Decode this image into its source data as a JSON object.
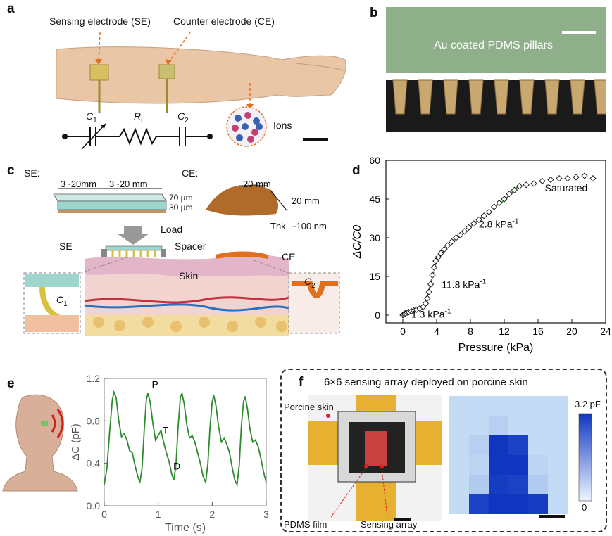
{
  "panels": {
    "a": "a",
    "b": "b",
    "c": "c",
    "d": "d",
    "e": "e",
    "f": "f"
  },
  "panel_a": {
    "se_label": "Sensing electrode (SE)",
    "ce_label": "Counter electrode (CE)",
    "c1_main": "C",
    "c1_sub": "1",
    "ri_main": "R",
    "ri_sub": "i",
    "c2_main": "C",
    "c2_sub": "2",
    "ions_label": "Ions"
  },
  "panel_b": {
    "caption": "Au coated PDMS pillars"
  },
  "panel_c": {
    "se_title": "SE:",
    "ce_title": "CE:",
    "se_dim1": "3~20mm",
    "se_dim2": "3~20 mm",
    "se_thk1": "70 µm",
    "se_thk2": "30 µm",
    "ce_dim1": "20 mm",
    "ce_dim2": "20 mm",
    "ce_thk": "Thk. ~100 nm",
    "load": "Load",
    "se": "SE",
    "spacer": "Spacer",
    "ce": "CE",
    "skin": "Skin",
    "c1_main": "C",
    "c1_sub": "1",
    "c2_main": "C",
    "c2_sub": "2"
  },
  "chart_data": [
    {
      "type": "scatter",
      "panel": "d",
      "xlabel": "Pressure (kPa)",
      "ylabel": "ΔC/C0",
      "xlim": [
        -2,
        24
      ],
      "ylim": [
        -3,
        60
      ],
      "xticks": [
        0,
        4,
        8,
        12,
        16,
        20,
        24
      ],
      "yticks": [
        0,
        15,
        30,
        45,
        60
      ],
      "annotations": [
        "Saturated",
        "2.8 kPa-1",
        "11.8 kPa-1",
        "1.3 kPa-1"
      ],
      "series": [
        {
          "marker": "diamond",
          "points": [
            [
              0.0,
              0.0
            ],
            [
              0.1,
              0.3
            ],
            [
              0.2,
              0.5
            ],
            [
              0.3,
              0.7
            ],
            [
              0.5,
              1.0
            ],
            [
              0.7,
              1.2
            ],
            [
              1.0,
              1.5
            ],
            [
              1.3,
              1.8
            ],
            [
              1.6,
              2.1
            ],
            [
              2.0,
              2.6
            ],
            [
              2.4,
              3.2
            ],
            [
              2.7,
              4.5
            ],
            [
              2.9,
              6.5
            ],
            [
              3.1,
              9.0
            ],
            [
              3.3,
              12.0
            ],
            [
              3.5,
              15.5
            ],
            [
              3.7,
              18.5
            ],
            [
              3.9,
              21.0
            ],
            [
              4.2,
              22.5
            ],
            [
              4.5,
              24.0
            ],
            [
              4.9,
              25.5
            ],
            [
              5.3,
              27.0
            ],
            [
              5.8,
              28.5
            ],
            [
              6.3,
              30.0
            ],
            [
              6.8,
              31.0
            ],
            [
              7.3,
              32.5
            ],
            [
              7.8,
              34.0
            ],
            [
              8.4,
              35.5
            ],
            [
              9.0,
              37.0
            ],
            [
              9.6,
              38.5
            ],
            [
              10.2,
              40.0
            ],
            [
              10.8,
              42.0
            ],
            [
              11.4,
              43.5
            ],
            [
              12.0,
              45.0
            ],
            [
              12.6,
              47.0
            ],
            [
              13.2,
              48.5
            ],
            [
              13.8,
              50.0
            ],
            [
              14.6,
              50.5
            ],
            [
              15.5,
              51.0
            ],
            [
              16.5,
              52.0
            ],
            [
              17.5,
              52.5
            ],
            [
              18.5,
              53.0
            ],
            [
              19.5,
              53.0
            ],
            [
              20.5,
              53.5
            ],
            [
              21.5,
              54.0
            ],
            [
              22.5,
              53.0
            ]
          ]
        },
        {
          "name": "",
          "style": "dashed-fit",
          "color": "#2e8b2e",
          "points": [
            [
              0.0,
              0.0
            ],
            [
              2.0,
              2.6
            ],
            [
              2.6,
              4.0
            ],
            [
              3.2,
              11.0
            ],
            [
              4.0,
              21.5
            ],
            [
              6.0,
              29.0
            ],
            [
              9.0,
              37.0
            ],
            [
              12.0,
              44.5
            ],
            [
              13.8,
              50.5
            ]
          ]
        }
      ]
    },
    {
      "type": "line",
      "panel": "e",
      "xlabel": "Time (s)",
      "ylabel": "ΔC (pF)",
      "xlim": [
        0,
        3
      ],
      "ylim": [
        0,
        1.2
      ],
      "xticks": [
        0,
        1,
        2,
        3
      ],
      "yticks": [
        0.0,
        0.4,
        0.8,
        1.2
      ],
      "annotations": [
        "P",
        "T",
        "D"
      ],
      "series": [
        {
          "color": "#2e8b2e",
          "points": [
            [
              0.0,
              0.2
            ],
            [
              0.05,
              0.35
            ],
            [
              0.1,
              0.7
            ],
            [
              0.15,
              1.0
            ],
            [
              0.18,
              1.07
            ],
            [
              0.22,
              1.02
            ],
            [
              0.27,
              0.8
            ],
            [
              0.32,
              0.65
            ],
            [
              0.37,
              0.68
            ],
            [
              0.42,
              0.62
            ],
            [
              0.47,
              0.52
            ],
            [
              0.52,
              0.5
            ],
            [
              0.57,
              0.38
            ],
            [
              0.62,
              0.28
            ],
            [
              0.66,
              0.22
            ],
            [
              0.7,
              0.35
            ],
            [
              0.74,
              0.7
            ],
            [
              0.78,
              1.0
            ],
            [
              0.81,
              1.06
            ],
            [
              0.85,
              0.98
            ],
            [
              0.9,
              0.78
            ],
            [
              0.95,
              0.62
            ],
            [
              1.0,
              0.66
            ],
            [
              1.05,
              0.71
            ],
            [
              1.1,
              0.6
            ],
            [
              1.15,
              0.5
            ],
            [
              1.2,
              0.42
            ],
            [
              1.25,
              0.3
            ],
            [
              1.29,
              0.24
            ],
            [
              1.33,
              0.4
            ],
            [
              1.37,
              0.75
            ],
            [
              1.41,
              1.02
            ],
            [
              1.44,
              1.06
            ],
            [
              1.48,
              0.96
            ],
            [
              1.53,
              0.76
            ],
            [
              1.58,
              0.64
            ],
            [
              1.63,
              0.66
            ],
            [
              1.68,
              0.6
            ],
            [
              1.73,
              0.5
            ],
            [
              1.78,
              0.4
            ],
            [
              1.83,
              0.28
            ],
            [
              1.88,
              0.22
            ],
            [
              1.92,
              0.4
            ],
            [
              1.96,
              0.75
            ],
            [
              2.0,
              0.98
            ],
            [
              2.03,
              1.04
            ],
            [
              2.07,
              0.94
            ],
            [
              2.12,
              0.74
            ],
            [
              2.17,
              0.6
            ],
            [
              2.22,
              0.64
            ],
            [
              2.27,
              0.58
            ],
            [
              2.32,
              0.5
            ],
            [
              2.37,
              0.36
            ],
            [
              2.42,
              0.24
            ],
            [
              2.46,
              0.2
            ],
            [
              2.5,
              0.38
            ],
            [
              2.54,
              0.75
            ],
            [
              2.58,
              0.98
            ],
            [
              2.61,
              1.03
            ],
            [
              2.65,
              0.92
            ],
            [
              2.7,
              0.72
            ],
            [
              2.75,
              0.6
            ],
            [
              2.8,
              0.62
            ],
            [
              2.85,
              0.56
            ],
            [
              2.9,
              0.45
            ],
            [
              2.95,
              0.32
            ],
            [
              3.0,
              0.22
            ]
          ]
        }
      ]
    }
  ],
  "panel_f": {
    "title": "6×6 sensing array deployed on porcine skin",
    "porcine_skin": "Porcine skin",
    "pdms_film": "PDMS film",
    "sensing_array": "Sensing array",
    "colorbar_max": "3.2 pF",
    "colorbar_min": "0",
    "heatmap": [
      [
        0.3,
        0.3,
        0.3,
        0.3,
        0.3,
        0.3
      ],
      [
        0.3,
        0.3,
        0.5,
        0.3,
        0.3,
        0.3
      ],
      [
        0.3,
        0.5,
        3.2,
        3.0,
        0.3,
        0.3
      ],
      [
        0.3,
        0.4,
        3.2,
        3.2,
        0.4,
        0.3
      ],
      [
        0.3,
        0.6,
        3.1,
        3.0,
        0.6,
        0.3
      ],
      [
        0.3,
        3.0,
        3.2,
        3.2,
        3.1,
        0.3
      ]
    ]
  },
  "colors": {
    "green": "#2e8b2e",
    "orange_dashed": "#e07020",
    "heat_low": "#d6ecfa",
    "heat_high": "#1036c0"
  }
}
